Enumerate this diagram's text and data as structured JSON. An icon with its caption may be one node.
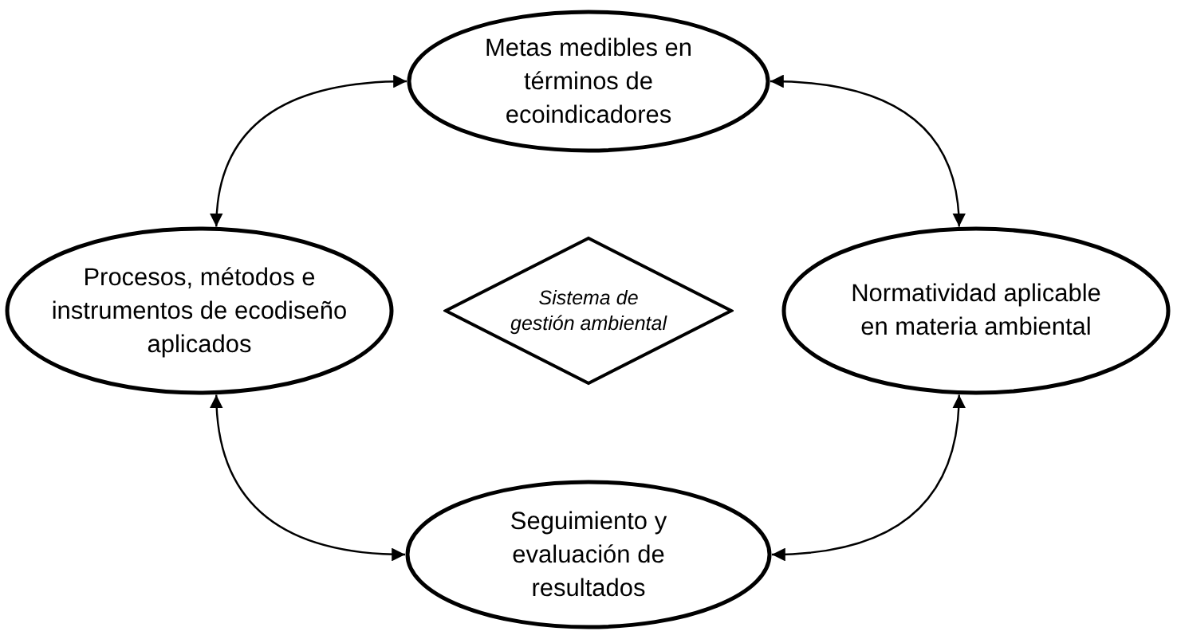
{
  "diagram": {
    "nodes": [
      {
        "text": [
          "Metas medibles en términos de ecoindicadores"
        ]
      },
      {
        "text": [
          "Procesos, métodos e instrumentos de ecodiseño aplicados"
        ]
      },
      {
        "text": [
          "Sistema de gestión ambiental"
        ]
      },
      {
        "text": [
          "Normatividad aplicable en materia ambiental"
        ]
      },
      {
        "text": [
          "Seguimiento y evaluación de resultados"
        ]
      }
    ],
    "edges": [
      {
        "from": 0,
        "to": 1,
        "arrow": "both"
      },
      {
        "from": 0,
        "to": 3,
        "arrow": "both"
      },
      {
        "from": 1,
        "to": 4,
        "arrow": "both"
      },
      {
        "from": 3,
        "to": 4,
        "arrow": "both"
      }
    ]
  }
}
